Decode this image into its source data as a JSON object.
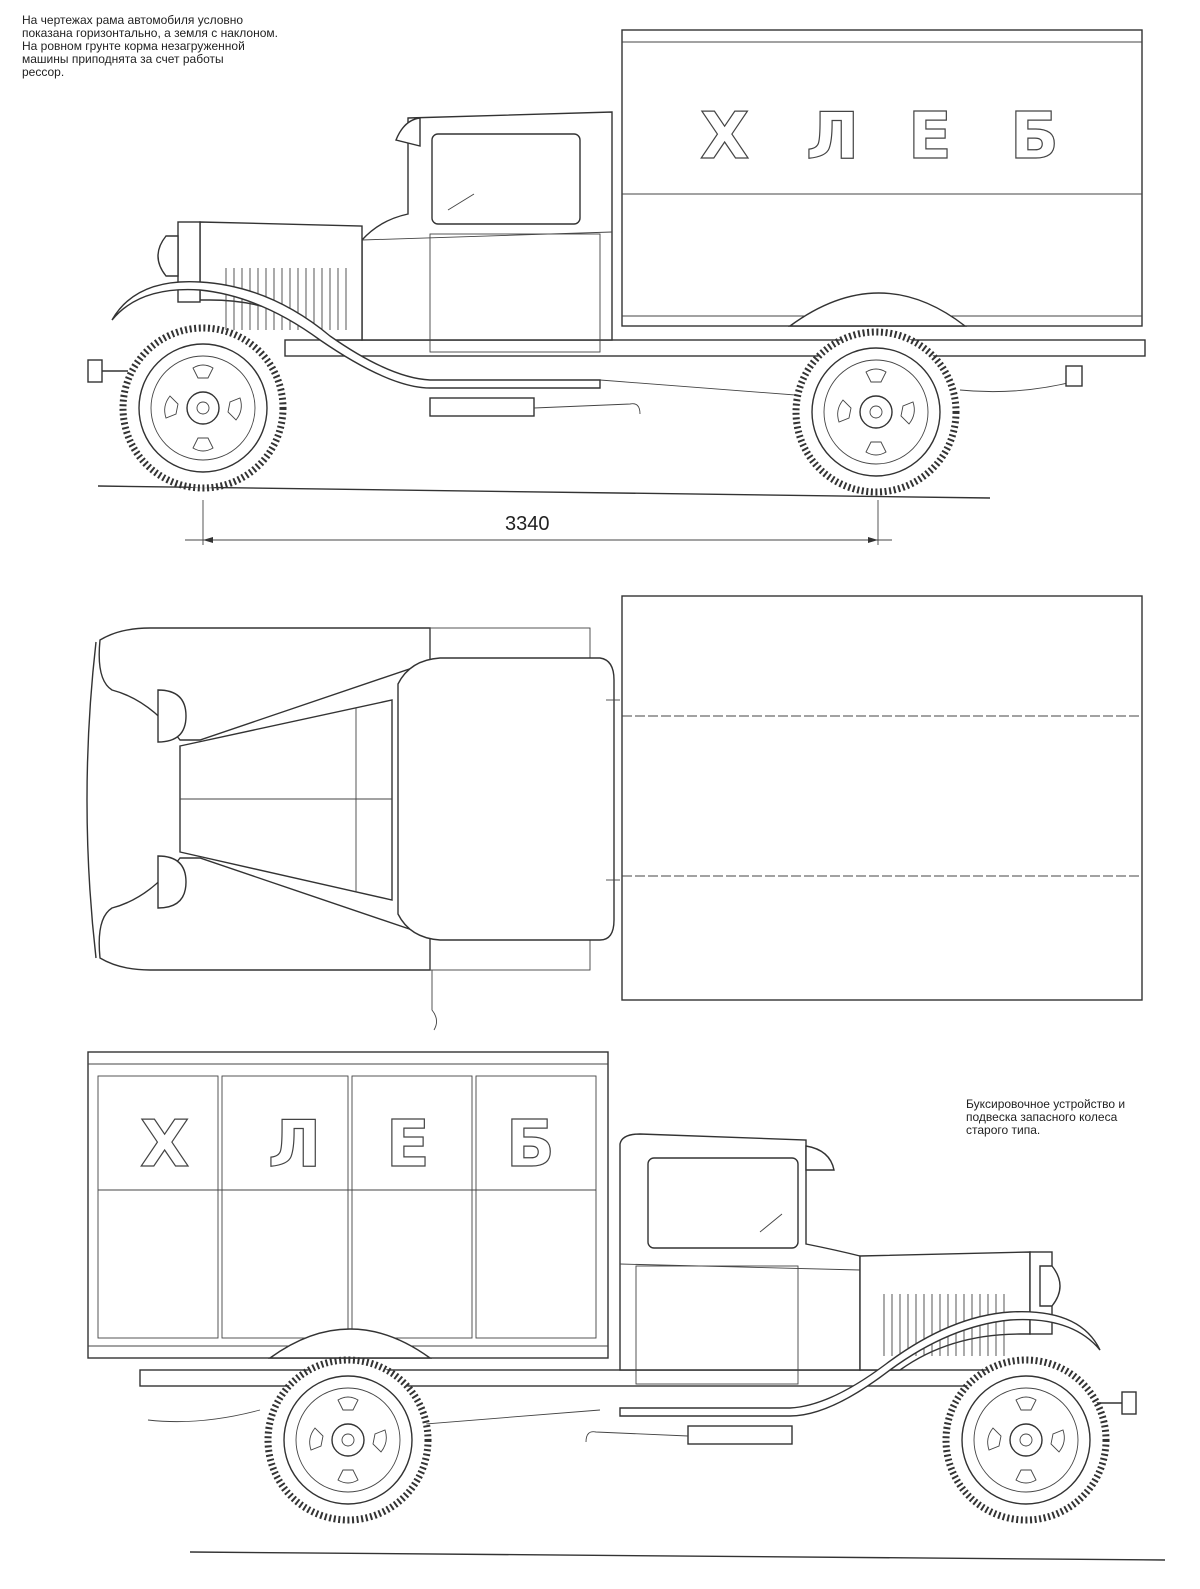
{
  "notes": {
    "top_left": "На чертежах рама автомобиля условно\nпоказана горизонтально, а земля с наклоном.\nНа ровном грунте корма незагруженной\nмашины приподнята за счет работы\nрессор.",
    "bottom_right": "Буксировочное устройство и\nподвеска запасного колеса\nстарого типа."
  },
  "dimension": {
    "wheelbase_label": "3340"
  },
  "van_lettering": [
    "Х",
    "Л",
    "Е",
    "Б"
  ],
  "colors": {
    "line": "#333333",
    "paper": "#ffffff"
  }
}
